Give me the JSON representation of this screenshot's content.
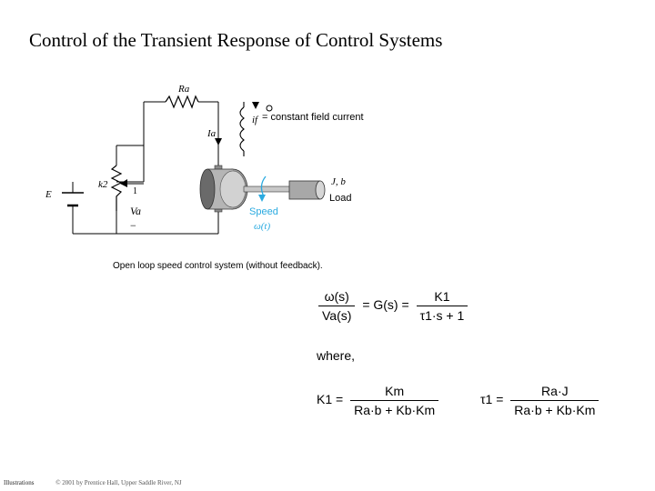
{
  "slide": {
    "title": "Control of the Transient Response of Control Systems"
  },
  "diagram": {
    "resistor_label": "Ra",
    "field_current_text": "= constant field current",
    "if_label": "if",
    "ia_label": "Ia",
    "k2_label": "k2",
    "pot_pin": "1",
    "voltage_label": "Va",
    "minus_sign": "−",
    "e_label": "E",
    "load_symbol": "J, b",
    "load_text": "Load",
    "speed_text": "Speed",
    "omega_t": "ω(t)",
    "open_circle": "o",
    "caption": "Open loop speed control system (without feedback)."
  },
  "equations": {
    "tf_num": "ω(s)",
    "tf_den": "Va(s)",
    "tf_mid": "= G(s) =",
    "tf_num2": "K1",
    "tf_den2": "τ1·s + 1",
    "where": "where,",
    "k1_lhs": "K1 =",
    "k1_num": "Km",
    "k1_den": "Ra·b + Kb·Km",
    "tau_lhs": "τ1 =",
    "tau_num": "Ra·J",
    "tau_den": "Ra·b + Kb·Km"
  },
  "footer": {
    "label": "Illustrations",
    "credit": "© 2001 by Prentice Hall, Upper Saddle River, NJ"
  },
  "colors": {
    "accent": "#2aaae0",
    "line": "#000000"
  }
}
